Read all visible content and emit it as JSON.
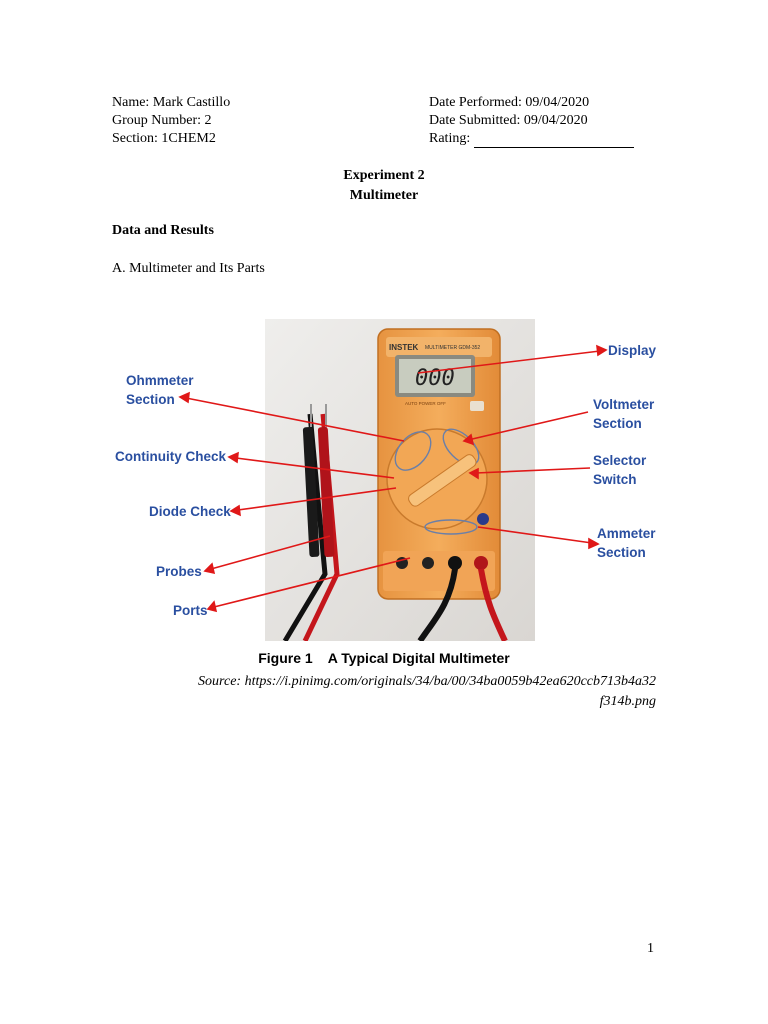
{
  "header": {
    "name_label": "Name: Mark Castillo",
    "group_label": "Group Number: 2",
    "section_label": "Section: 1CHEM2",
    "date_performed": "Date Performed: 09/04/2020",
    "date_submitted": "Date Submitted: 09/04/2020",
    "rating_label": "Rating:"
  },
  "title": {
    "experiment": "Experiment 2",
    "subject": "Multimeter"
  },
  "section_heading": "Data and Results",
  "subsection": "A. Multimeter and Its Parts",
  "figure": {
    "display_digits": "000",
    "brand": "INSTEK",
    "model": "MULTIMETER GDM-352",
    "auto_power": "AUTO POWER OFF",
    "labels": {
      "display": "Display",
      "ohmmeter_1": "Ohmmeter",
      "ohmmeter_2": "Section",
      "voltmeter_1": "Voltmeter",
      "voltmeter_2": "Section",
      "continuity": "Continuity Check",
      "selector_1": "Selector",
      "selector_2": "Switch",
      "diode": "Diode Check",
      "ammeter_1": "Ammeter",
      "ammeter_2": "Section",
      "probes": "Probes",
      "ports": "Ports"
    },
    "caption": "Figure 1    A Typical Digital Multimeter",
    "source_line1": "Source: https://i.pinimg.com/originals/34/ba/00/34ba0059b42ea620ccb713b4a32",
    "source_line2": "f314b.png"
  },
  "page_number": "1",
  "colors": {
    "label_blue": "#2a4fa0",
    "arrow_red": "#e01818",
    "meter_body": "#f0a34e"
  }
}
